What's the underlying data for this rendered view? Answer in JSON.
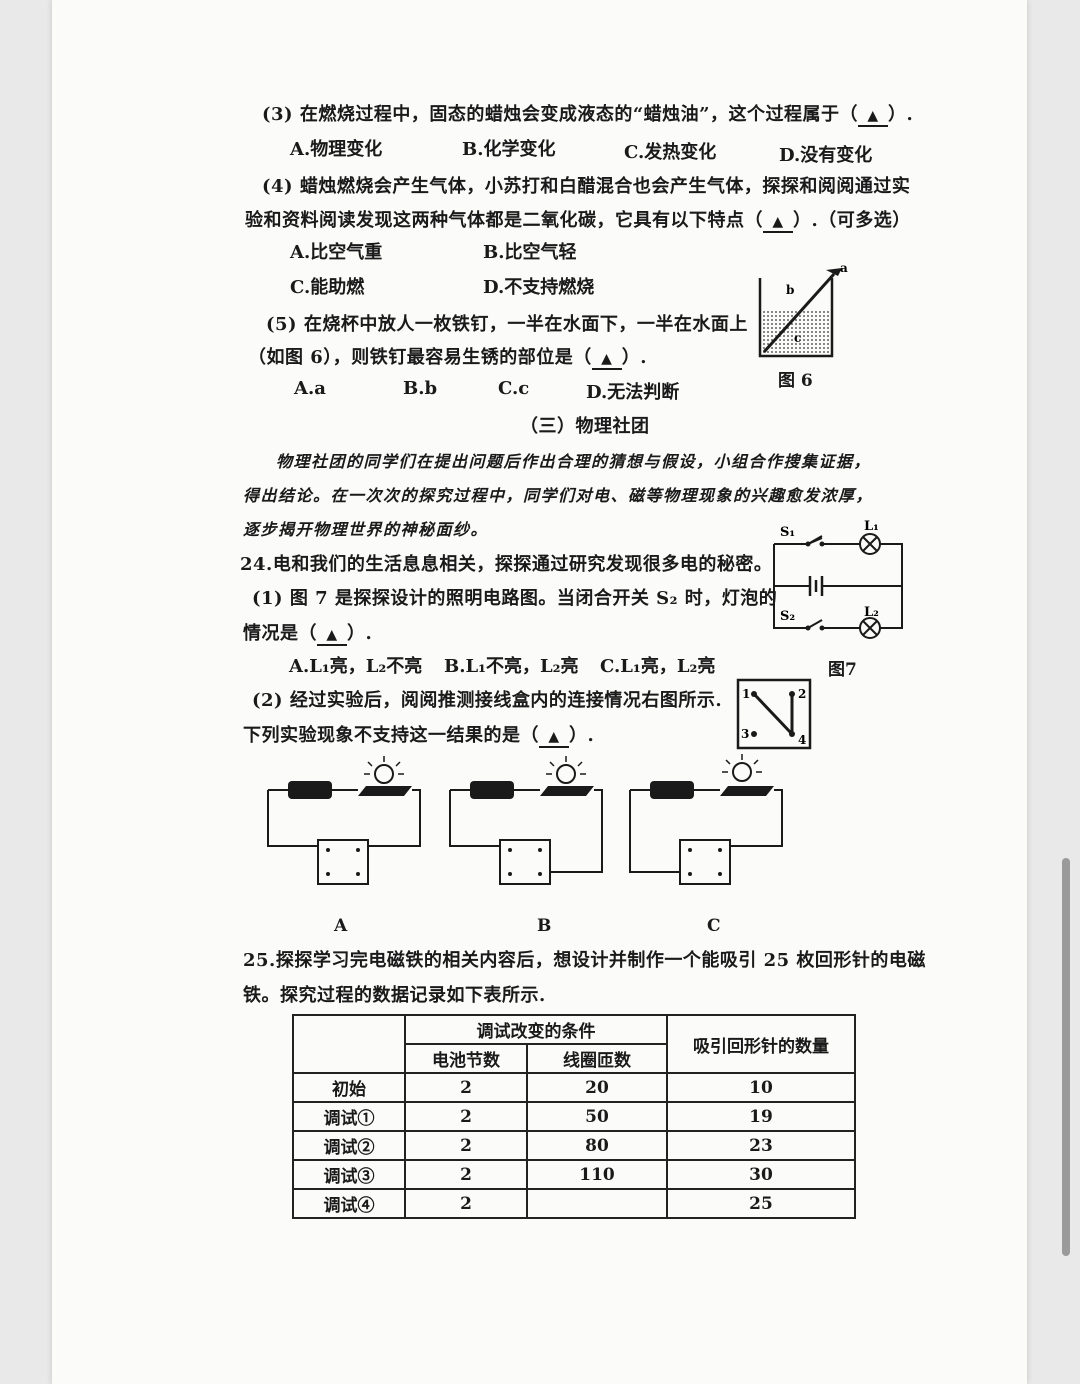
{
  "q3": {
    "stem": "(3) 在燃烧过程中，固态的蜡烛会变成液态的“蜡烛油”，这个过程属于（",
    "blank": "▲",
    "end": "）.",
    "options": [
      "A.物理变化",
      "B.化学变化",
      "C.发热变化",
      "D.没有变化"
    ]
  },
  "q4": {
    "line1": "(4) 蜡烛燃烧会产生气体，小苏打和白醋混合也会产生气体，探探和阅阅通过实",
    "line2": "验和资料阅读发现这两种气体都是二氧化碳，它具有以下特点（",
    "blank": "▲",
    "end": "）.（可多选）",
    "options": [
      "A.比空气重",
      "B.比空气轻",
      "C.能助燃",
      "D.不支持燃烧"
    ]
  },
  "q5": {
    "line1": "(5) 在烧杯中放人一枚铁钉，一半在水面下，一半在水面上",
    "line2": "（如图 6），则铁钉最容易生锈的部位是（",
    "blank": "▲",
    "end": "）.",
    "options": [
      "A.a",
      "B.b",
      "C.c",
      "D.无法判断"
    ],
    "figure_caption": "图 6",
    "labels": [
      "a",
      "b",
      "c"
    ]
  },
  "section": {
    "title": "（三）物理社团",
    "intro1": "物理社团的同学们在提出问题后作出合理的猜想与假设，小组合作搜集证据，",
    "intro2": "得出结论。在一次次的探究过程中，同学们对电、磁等物理现象的兴趣愈发浓厚，",
    "intro3": "逐步揭开物理世界的神秘面纱。"
  },
  "q24": {
    "stem": "24.电和我们的生活息息相关，探探通过研究发现很多电的秘密。",
    "p1_line1": "(1) 图 7 是探探设计的照明电路图。当闭合开关 S₂ 时，灯泡的",
    "p1_line2": "情况是（",
    "blank": "▲",
    "end": "）.",
    "p1_options": [
      "A.L₁亮，L₂不亮",
      "B.L₁不亮，L₂亮",
      "C.L₁亮，L₂亮"
    ],
    "fig7_caption": "图7",
    "fig7_labels": [
      "S₁",
      "L₁",
      "S₂",
      "L₂"
    ],
    "p2_line1": "(2) 经过实验后，阅阅推测接线盒内的连接情况右图所示.",
    "p2_line2": "下列实验现象不支持这一结果的是（",
    "p2_end": "）.",
    "box_labels": [
      "1",
      "2",
      "3",
      "4"
    ],
    "circuit_labels": [
      "A",
      "B",
      "C"
    ]
  },
  "q25": {
    "line1": "25.探探学习完电磁铁的相关内容后，想设计并制作一个能吸引 25 枚回形针的电磁",
    "line2": "铁。探究过程的数据记录如下表所示.",
    "table": {
      "group_header": "调试改变的条件",
      "col_battery": "电池节数",
      "col_coil": "线圈匝数",
      "col_count": "吸引回形针的数量",
      "rows": [
        {
          "label": "初始",
          "battery": "2",
          "coil": "20",
          "count": "10"
        },
        {
          "label": "调试①",
          "battery": "2",
          "coil": "50",
          "count": "19"
        },
        {
          "label": "调试②",
          "battery": "2",
          "coil": "80",
          "count": "23"
        },
        {
          "label": "调试③",
          "battery": "2",
          "coil": "110",
          "count": "30"
        },
        {
          "label": "调试④",
          "battery": "2",
          "coil": "",
          "count": "25"
        }
      ]
    }
  }
}
